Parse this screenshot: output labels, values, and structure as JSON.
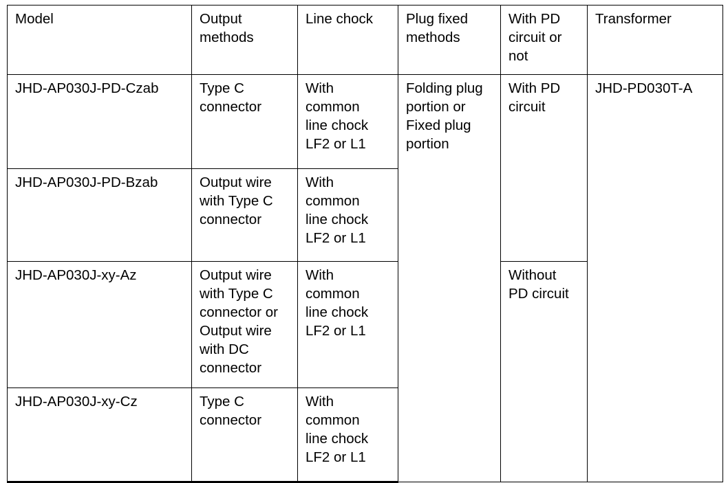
{
  "table": {
    "headers": [
      "Model",
      "Output\nmethods",
      "Line chock",
      "Plug fixed\nmethods",
      "With PD\ncircuit or\nnot",
      "Transformer"
    ],
    "rows": [
      {
        "model": "JHD-AP030J-PD-Czab",
        "output_methods": "Type C\nconnector",
        "line_chock": "With\ncommon\nline chock\nLF2 or L1"
      },
      {
        "model": "JHD-AP030J-PD-Bzab",
        "output_methods": "Output wire\nwith Type C\nconnector",
        "line_chock": "With\ncommon\nline chock\nLF2 or L1"
      },
      {
        "model": "JHD-AP030J-xy-Az",
        "output_methods": "Output wire\nwith Type C\nconnector or\nOutput wire\nwith DC\nconnector",
        "line_chock": "With\ncommon\nline chock\nLF2 or L1"
      },
      {
        "model": "JHD-AP030J-xy-Cz",
        "output_methods": "Type C\nconnector",
        "line_chock": "With\ncommon\nline chock\nLF2 or L1"
      }
    ],
    "merged": {
      "plug_fixed_methods": "Folding plug\nportion or\nFixed plug\nportion",
      "pd_circuit_top": "With PD\ncircuit",
      "pd_circuit_bottom": "Without\nPD circuit",
      "transformer": "JHD-PD030T-A"
    },
    "colors": {
      "border": "#000000",
      "text": "#000000",
      "background": "#ffffff"
    }
  }
}
